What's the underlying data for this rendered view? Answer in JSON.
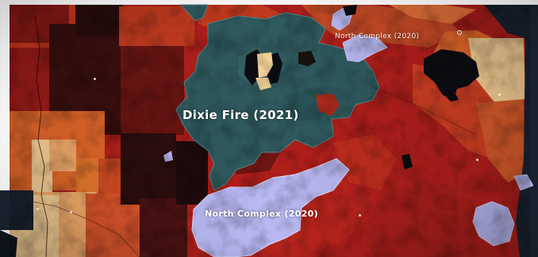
{
  "map": {
    "labels": {
      "dixie_fire": "Dixie Fire (2021)",
      "north_complex_top": "North Complex (2020)",
      "north_complex_bottom": "North Complex (2020)"
    },
    "colors": {
      "background": "#ffffff",
      "dark_basemap": "#1b2432",
      "severity_darkest": "#2a0d0d",
      "severity_dark": "#5a1212",
      "severity_high": "#a61c1a",
      "severity_mid": "#d03a1c",
      "severity_orange": "#e2672a",
      "severity_light": "#f1ab6a",
      "severity_palest": "#f7cf96",
      "dixie_fire_fill": "#2f5a5e",
      "north_complex_fill": "#b8b8f2",
      "water": "#0c0d12"
    },
    "icons": {
      "basemap_logo": "mapbox-logo-icon",
      "town_marker": "town-dot-icon"
    }
  }
}
